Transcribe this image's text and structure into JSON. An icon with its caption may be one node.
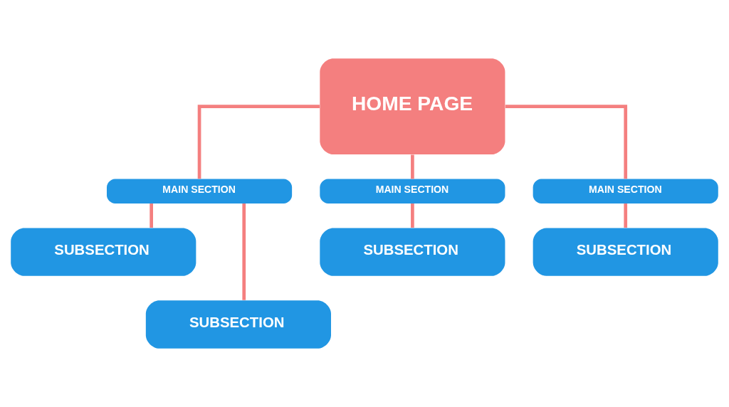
{
  "diagram": {
    "nodes": [
      {
        "text": [
          "HOME PAGE"
        ]
      },
      {
        "text": [
          "MAIN SECTION"
        ]
      },
      {
        "text": [
          "MAIN SECTION"
        ]
      },
      {
        "text": [
          "MAIN SECTION"
        ]
      },
      {
        "text": [
          "SUBSECTION"
        ]
      },
      {
        "text": [
          "SUBSECTION"
        ]
      },
      {
        "text": [
          "SUBSECTION"
        ]
      },
      {
        "text": [
          "SUBSECTION"
        ]
      }
    ],
    "edges": [
      {
        "from": 0,
        "to": 1,
        "arrow": "none"
      },
      {
        "from": 0,
        "to": 2,
        "arrow": "none"
      },
      {
        "from": 0,
        "to": 3,
        "arrow": "none"
      },
      {
        "from": 1,
        "to": 4,
        "arrow": "none"
      },
      {
        "from": 2,
        "to": 5,
        "arrow": "none"
      },
      {
        "from": 3,
        "to": 6,
        "arrow": "none"
      },
      {
        "from": 1,
        "to": 7,
        "arrow": "none"
      }
    ]
  }
}
